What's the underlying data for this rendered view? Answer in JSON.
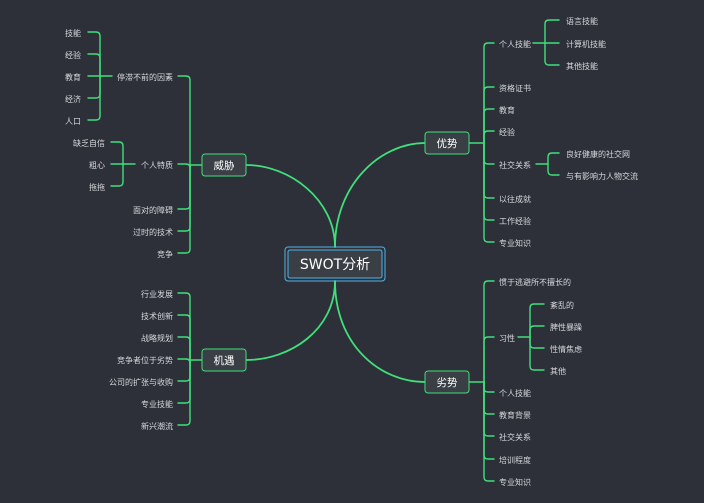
{
  "root": "SWOT分析",
  "strengths": {
    "label": "优势",
    "items": [
      "个人技能",
      "资格证书",
      "教育",
      "经验",
      "社交关系",
      "以往成就",
      "工作经验",
      "专业知识"
    ],
    "skills": [
      "语言技能",
      "计算机技能",
      "其他技能"
    ],
    "social": [
      "良好健康的社交网",
      "与有影响力人物交流"
    ]
  },
  "weaknesses": {
    "label": "劣势",
    "items": [
      "惯于逃避所不擅长的",
      "习性",
      "个人技能",
      "教育背景",
      "社交关系",
      "培训程度",
      "专业知识"
    ],
    "habits": [
      "紊乱的",
      "脾性暴躁",
      "性情焦虑",
      "其他"
    ]
  },
  "threats": {
    "label": "威胁",
    "items": [
      "停滞不前的因素",
      "个人特质",
      "面对的障碍",
      "过时的技术",
      "竞争"
    ],
    "stagnation": [
      "技能",
      "经验",
      "教育",
      "经济",
      "人口"
    ],
    "traits": [
      "缺乏自信",
      "粗心",
      "拖拖"
    ]
  },
  "opportunities": {
    "label": "机遇",
    "items": [
      "行业发展",
      "技术创新",
      "战略规划",
      "竞争者位于劣势",
      "公司的扩张与收购",
      "专业技能",
      "新兴潮流"
    ]
  },
  "colors": {
    "background": "#2d3038",
    "line": "#3fe07a",
    "node_fill": "#3a3f45",
    "root_border": "#4fb3e8",
    "text": "#d6d8dc"
  }
}
